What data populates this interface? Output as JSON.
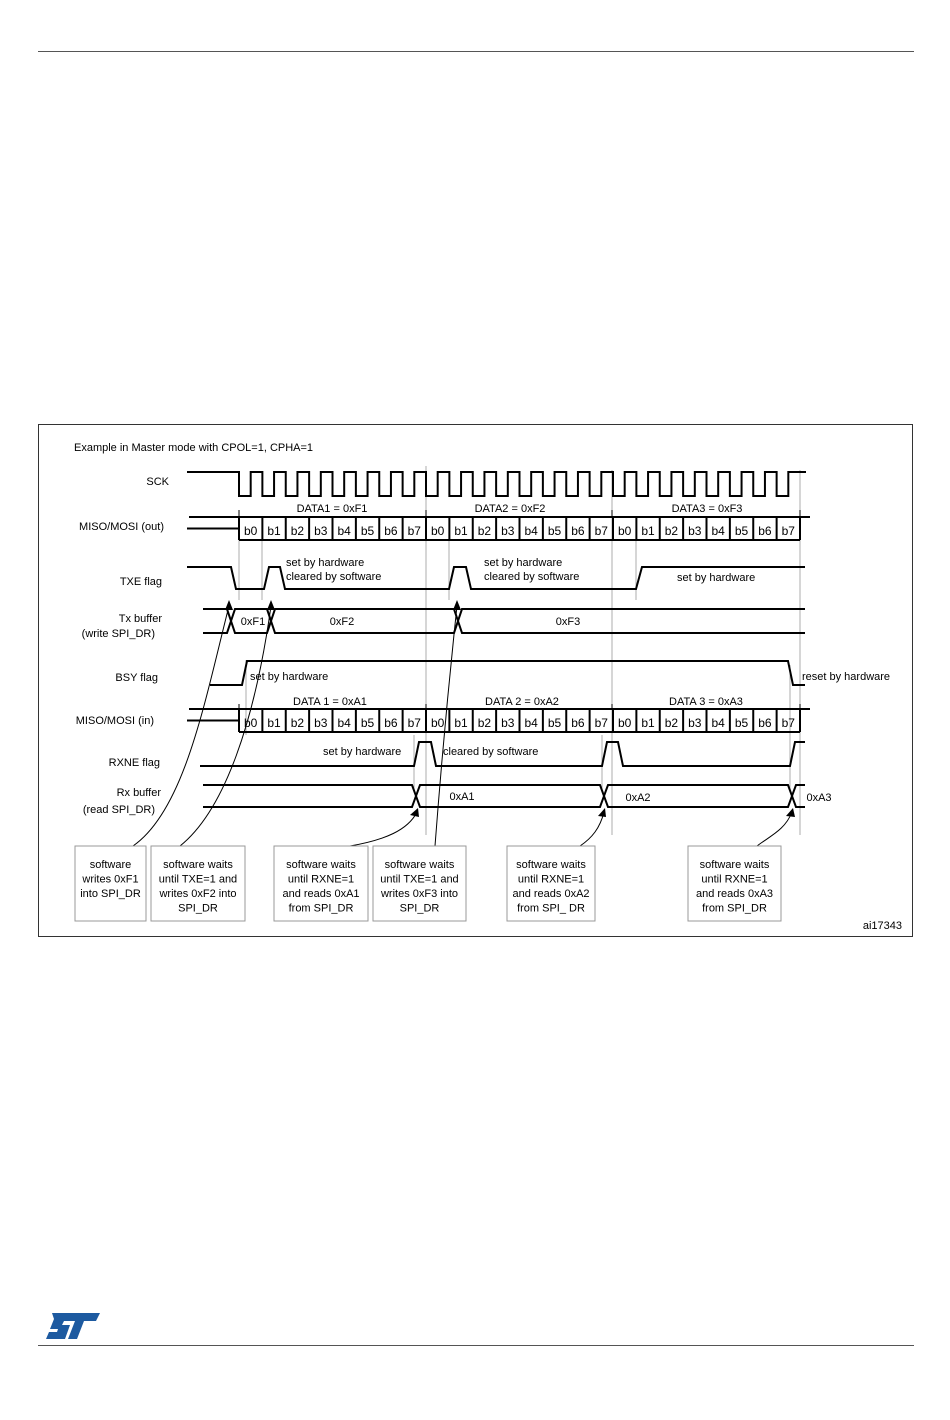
{
  "page": {
    "figure_id": "ai17343",
    "logo_text": "ST"
  },
  "diagram": {
    "caption": "Example in Master mode with CPOL=1, CPHA=1",
    "signals": {
      "sck": "SCK",
      "out": "MISO/MOSI (out)",
      "txe": "TXE flag",
      "tx_buffer": [
        "Tx buffer",
        "(write SPI_DR)"
      ],
      "bsy": "BSY flag",
      "in": "MISO/MOSI (in)",
      "rxne": "RXNE flag",
      "rx_buffer": [
        "Rx buffer",
        "(read SPI_DR)"
      ]
    },
    "out_frames": [
      "DATA1 = 0xF1",
      "DATA2 = 0xF2",
      "DATA3 = 0xF3"
    ],
    "in_frames": [
      "DATA 1 = 0xA1",
      "DATA 2 = 0xA2",
      "DATA 3 = 0xA3"
    ],
    "bits": [
      "b0",
      "b1",
      "b2",
      "b3",
      "b4",
      "b5",
      "b6",
      "b7"
    ],
    "txe_notes": [
      [
        "set by hardware",
        "cleared by software"
      ],
      [
        "set by hardware",
        "cleared by software"
      ],
      [
        "set by hardware"
      ]
    ],
    "tx_values": [
      "0xF1",
      "0xF2",
      "0xF3"
    ],
    "bsy_notes": {
      "set": "set by hardware",
      "reset": "reset by hardware"
    },
    "rxne_notes": {
      "set": "set by hardware",
      "cleared": "cleared by software"
    },
    "rx_values": [
      "0xA1",
      "0xA2",
      "0xA3"
    ],
    "software_notes": [
      [
        "software",
        "writes 0xF1",
        "into SPI_DR"
      ],
      [
        "software waits",
        "until TXE=1 and",
        "writes 0xF2 into",
        "SPI_DR"
      ],
      [
        "software waits",
        "until RXNE=1",
        "and reads 0xA1",
        "from SPI_DR"
      ],
      [
        "software waits",
        "until TXE=1 and",
        "writes 0xF3 into",
        "SPI_DR"
      ],
      [
        "software waits",
        "until RXNE=1",
        "and reads 0xA2",
        "from SPI_ DR"
      ],
      [
        "software waits",
        "until RXNE=1",
        "and reads 0xA3",
        "from SPI_DR"
      ]
    ]
  }
}
